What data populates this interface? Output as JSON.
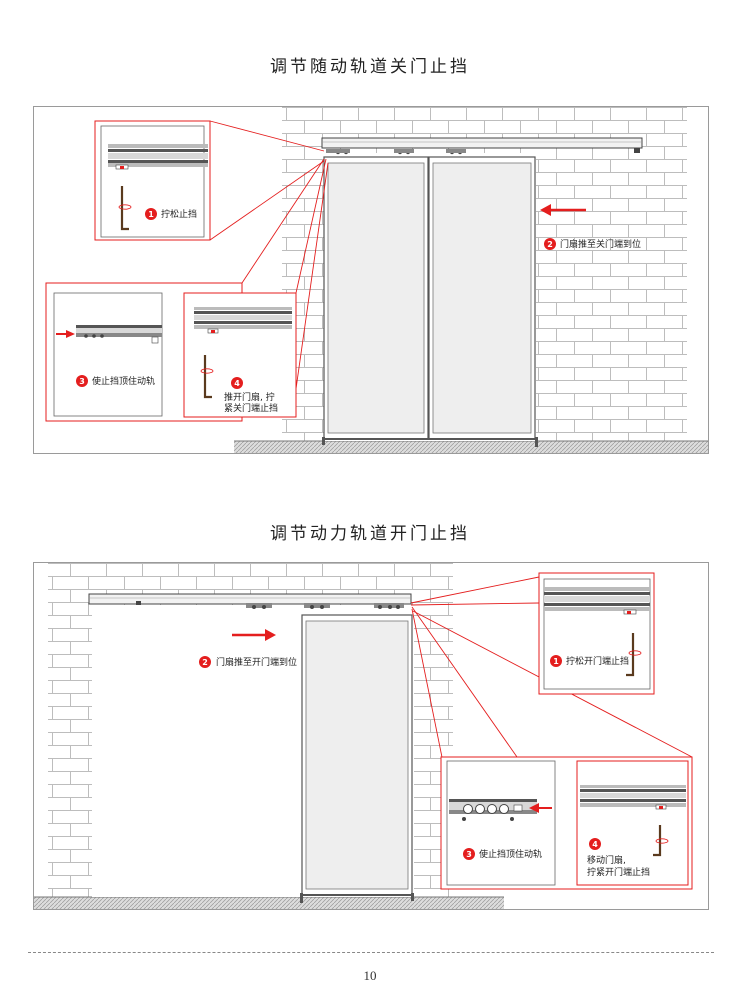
{
  "section1": {
    "title": "调节随动轨道关门止挡",
    "step1": {
      "num": "1",
      "text": "拧松止挡"
    },
    "step2": {
      "num": "2",
      "text": "门扇推至关门端到位"
    },
    "step3": {
      "num": "3",
      "text": "使止挡顶住动轨"
    },
    "step4": {
      "num": "4",
      "line1": "推开门扇, 拧",
      "line2": "紧关门端止挡"
    }
  },
  "section2": {
    "title": "调节动力轨道开门止挡",
    "step1": {
      "num": "1",
      "text": "拧松开门端止挡"
    },
    "step2": {
      "num": "2",
      "text": "门扇推至开门端到位"
    },
    "step3": {
      "num": "3",
      "text": "使止挡顶住动轨"
    },
    "step4": {
      "num": "4",
      "line1": "移动门扇,",
      "line2": "拧紧开门端止挡"
    }
  },
  "colors": {
    "accent": "#e41e1e",
    "frame": "#555555",
    "brick": "#bdbdbd",
    "glass": "#eeeeee"
  },
  "icons": [
    "hex-key-icon",
    "arrow-icon"
  ],
  "page_number": "10"
}
